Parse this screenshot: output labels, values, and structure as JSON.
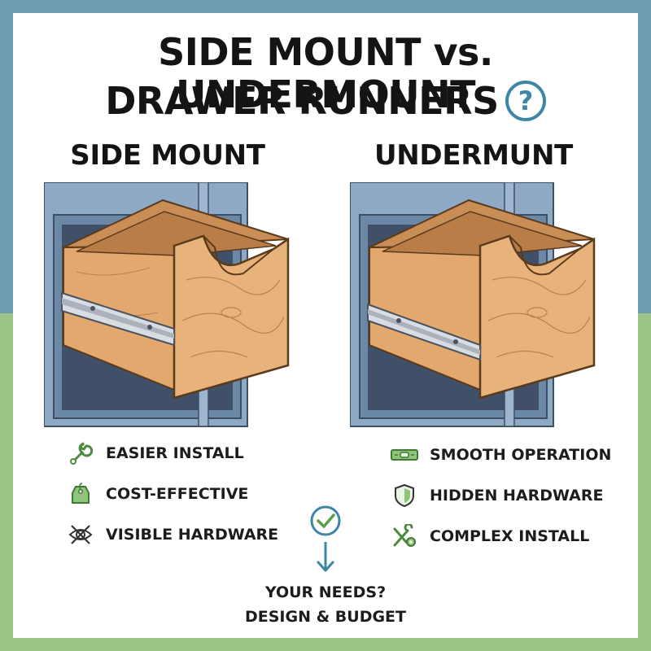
{
  "title": {
    "line1": "SIDE MOUNT vs. UNDERMOUNT",
    "line2": "DRAWER RUNNERS",
    "help_glyph": "?"
  },
  "columns": {
    "left": {
      "heading": "SIDE MOUNT",
      "features": [
        {
          "label": "EASIER INSTALL",
          "icon": "wrench-icon"
        },
        {
          "label": "COST-EFFECTIVE",
          "icon": "price-tag-icon"
        },
        {
          "label": "VISIBLE HARDWARE",
          "icon": "crossed-eye-icon"
        }
      ]
    },
    "right": {
      "heading": "UNDERMUNT",
      "features": [
        {
          "label": "SMOOTH OPERATION",
          "icon": "level-icon"
        },
        {
          "label": "HIDDEN HARDWARE",
          "icon": "shield-icon"
        },
        {
          "label": "COMPLEX INSTALL",
          "icon": "tools-gear-icon"
        }
      ]
    }
  },
  "conclusion": {
    "line1": "YOUR NEEDS?",
    "line2": "DESIGN & BUDGET"
  },
  "colors": {
    "bg_top": "#6f9bb3",
    "bg_bottom": "#9cc487",
    "accent_blue": "#3d86a6",
    "icon_green": "#5a9e4a",
    "wood": "#e8b37a",
    "cabinet": "#8ea9c6"
  }
}
